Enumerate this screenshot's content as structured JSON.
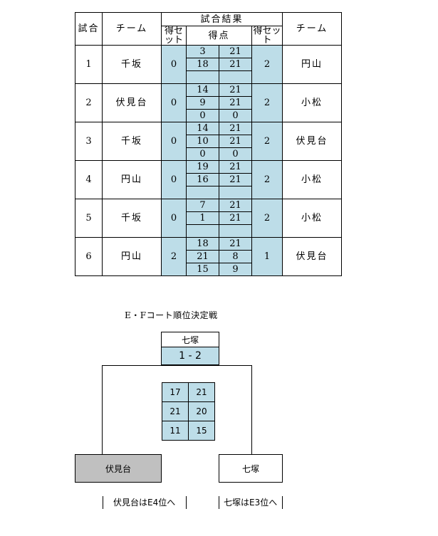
{
  "header": {
    "match": "試合",
    "team": "チーム",
    "result": "試合結果",
    "sets_won": "得セット",
    "points": "得点"
  },
  "matches": [
    {
      "no": "1",
      "team_a": "千坂",
      "sets_a": "0",
      "scores": [
        [
          "3",
          "21"
        ],
        [
          "18",
          "21"
        ],
        [
          "",
          ""
        ]
      ],
      "sets_b": "2",
      "team_b": "円山"
    },
    {
      "no": "2",
      "team_a": "伏見台",
      "sets_a": "0",
      "scores": [
        [
          "14",
          "21"
        ],
        [
          "9",
          "21"
        ],
        [
          "0",
          "0"
        ]
      ],
      "sets_b": "2",
      "team_b": "小松"
    },
    {
      "no": "3",
      "team_a": "千坂",
      "sets_a": "0",
      "scores": [
        [
          "14",
          "21"
        ],
        [
          "10",
          "21"
        ],
        [
          "0",
          "0"
        ]
      ],
      "sets_b": "2",
      "team_b": "伏見台"
    },
    {
      "no": "4",
      "team_a": "円山",
      "sets_a": "0",
      "scores": [
        [
          "19",
          "21"
        ],
        [
          "16",
          "21"
        ],
        [
          "",
          ""
        ]
      ],
      "sets_b": "2",
      "team_b": "小松"
    },
    {
      "no": "5",
      "team_a": "千坂",
      "sets_a": "0",
      "scores": [
        [
          "7",
          "21"
        ],
        [
          "1",
          "21"
        ],
        [
          "",
          ""
        ]
      ],
      "sets_b": "2",
      "team_b": "小松"
    },
    {
      "no": "6",
      "team_a": "円山",
      "sets_a": "2",
      "scores": [
        [
          "18",
          "21"
        ],
        [
          "21",
          "8"
        ],
        [
          "15",
          "9"
        ]
      ],
      "sets_b": "1",
      "team_b": "伏見台"
    }
  ],
  "bracket": {
    "title": "E・Fコート順位決定戦",
    "winner": "七塚",
    "set_score": "1 - 2",
    "scores": [
      [
        "17",
        "21"
      ],
      [
        "21",
        "20"
      ],
      [
        "11",
        "15"
      ]
    ],
    "left_team": "伏見台",
    "right_team": "七塚",
    "left_note": "伏見台はE4位へ",
    "right_note": "七塚はE3位へ"
  },
  "colors": {
    "score_fill": "#bddde8",
    "loser_fill": "#c0c0c0"
  }
}
